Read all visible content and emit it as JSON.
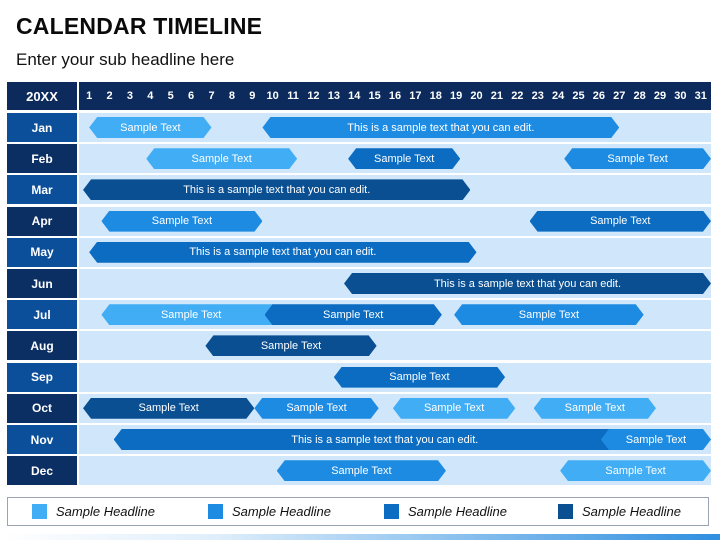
{
  "page": {
    "title": "CALENDAR TIMELINE",
    "subtitle": "Enter your sub headline here"
  },
  "header": {
    "year_label": "20XX",
    "days": [
      "1",
      "2",
      "3",
      "4",
      "5",
      "6",
      "7",
      "8",
      "9",
      "10",
      "11",
      "12",
      "13",
      "14",
      "15",
      "16",
      "17",
      "18",
      "19",
      "20",
      "21",
      "22",
      "23",
      "24",
      "25",
      "26",
      "27",
      "28",
      "29",
      "30",
      "31"
    ]
  },
  "colors": {
    "c1": "#41adf5",
    "c2": "#1e8be3",
    "c3": "#0b6cc2",
    "c4": "#0a4f92",
    "header": "#0c2a5c",
    "row_bg": "#cfe6fb",
    "month_a": "#0b4e9a",
    "month_b": "#0c2f63"
  },
  "months": [
    {
      "label": "Jan",
      "bars": [
        {
          "start": 1.5,
          "end": 6.5,
          "text": "Sample Text",
          "color": "c1"
        },
        {
          "start": 10,
          "end": 26.5,
          "text": "This is a sample text that you can edit.",
          "color": "c2"
        }
      ]
    },
    {
      "label": "Feb",
      "bars": [
        {
          "start": 4.3,
          "end": 10.7,
          "text": "Sample Text",
          "color": "c1"
        },
        {
          "start": 14.2,
          "end": 18.7,
          "text": "Sample Text",
          "color": "c3"
        },
        {
          "start": 24.8,
          "end": 31.2,
          "text": "Sample Text",
          "color": "c2"
        }
      ]
    },
    {
      "label": "Mar",
      "bars": [
        {
          "start": 1.2,
          "end": 19.2,
          "text": "This is a sample text that you can edit.",
          "color": "c4"
        }
      ]
    },
    {
      "label": "Apr",
      "bars": [
        {
          "start": 2.1,
          "end": 9.0,
          "text": "Sample Text",
          "color": "c2"
        },
        {
          "start": 23.1,
          "end": 31.1,
          "text": "Sample Text",
          "color": "c3"
        }
      ]
    },
    {
      "label": "May",
      "bars": [
        {
          "start": 1.5,
          "end": 19.5,
          "text": "This is a sample text that you can edit.",
          "color": "c3"
        }
      ]
    },
    {
      "label": "Jun",
      "bars": [
        {
          "start": 14.0,
          "end": 31.5,
          "text": "This is a sample text that you can edit.",
          "color": "c4"
        }
      ]
    },
    {
      "label": "Jul",
      "bars": [
        {
          "start": 2.1,
          "end": 9.9,
          "text": "Sample Text",
          "color": "c1"
        },
        {
          "start": 10.1,
          "end": 17.8,
          "text": "Sample Text",
          "color": "c3"
        },
        {
          "start": 19.4,
          "end": 27.7,
          "text": "Sample Text",
          "color": "c2"
        }
      ]
    },
    {
      "label": "Aug",
      "bars": [
        {
          "start": 7.2,
          "end": 14.6,
          "text": "Sample Text",
          "color": "c4"
        }
      ]
    },
    {
      "label": "Sep",
      "bars": [
        {
          "start": 13.5,
          "end": 20.9,
          "text": "Sample Text",
          "color": "c3"
        }
      ]
    },
    {
      "label": "Oct",
      "bars": [
        {
          "start": 1.2,
          "end": 8.6,
          "text": "Sample Text",
          "color": "c4"
        },
        {
          "start": 9.6,
          "end": 14.7,
          "text": "Sample Text",
          "color": "c2"
        },
        {
          "start": 16.4,
          "end": 21.4,
          "text": "Sample Text",
          "color": "c1"
        },
        {
          "start": 23.3,
          "end": 28.3,
          "text": "Sample Text",
          "color": "c1"
        }
      ]
    },
    {
      "label": "Nov",
      "bars": [
        {
          "start": 2.7,
          "end": 28.3,
          "text": "This is a sample text that you can edit.",
          "color": "c3"
        },
        {
          "start": 26.6,
          "end": 31.5,
          "text": "Sample Text",
          "color": "c2"
        }
      ]
    },
    {
      "label": "Dec",
      "bars": [
        {
          "start": 10.7,
          "end": 18.0,
          "text": "Sample Text",
          "color": "c2"
        },
        {
          "start": 24.6,
          "end": 31.2,
          "text": "Sample Text",
          "color": "c1"
        }
      ]
    }
  ],
  "legend": [
    {
      "label": "Sample Headline",
      "color": "c1"
    },
    {
      "label": "Sample Headline",
      "color": "c2"
    },
    {
      "label": "Sample Headline",
      "color": "c3"
    },
    {
      "label": "Sample Headline",
      "color": "c4"
    }
  ]
}
